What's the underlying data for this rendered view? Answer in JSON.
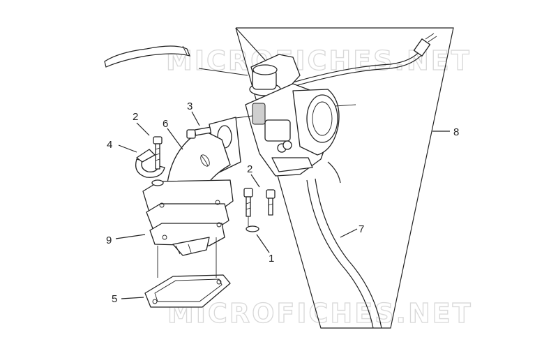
{
  "watermark": {
    "top": "MICROFICHES.NET",
    "bottom": "MICROFICHES.NET"
  },
  "callouts": {
    "c1": "1",
    "c2a": "2",
    "c2b": "2",
    "c3": "3",
    "c4": "4",
    "c5": "5",
    "c6": "6",
    "c7": "7",
    "c8": "8",
    "c9": "9"
  }
}
